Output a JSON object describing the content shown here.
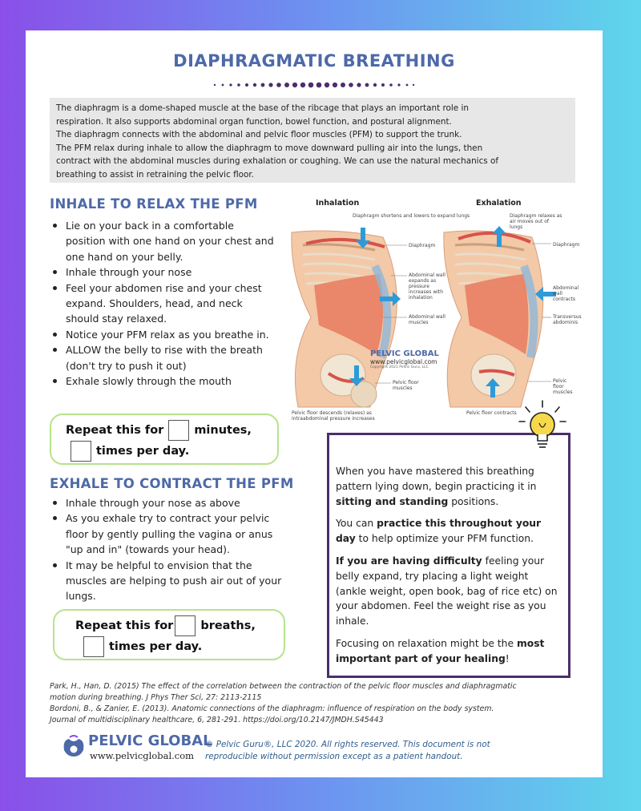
{
  "title": "DIAPHRAGMATIC BREATHING",
  "intro": [
    "The diaphragm is a dome-shaped muscle at the base of the ribcage that plays an important role in",
    "respiration. It also supports abdominal organ function, bowel function, and postural alignment.",
    "The diaphragm connects with the abdominal and pelvic floor muscles (PFM) to support the trunk.",
    "The PFM relax during inhale to allow the diaphragm to move downward pulling air into the lungs, then",
    "contract with the abdominal muscles during exhalation or coughing. We can use the natural mechanics of",
    "breathing to assist in retraining the pelvic floor."
  ],
  "inhale": {
    "heading": "INHALE TO RELAX THE PFM",
    "items": [
      "Lie on your back in a comfortable position with one hand on your chest and one hand on your belly.",
      "Inhale through your nose",
      "Feel your abdomen rise and your chest expand. Shoulders, head, and neck should stay relaxed.",
      "Notice your PFM relax as you breathe in.",
      "ALLOW the belly to rise with the breath (don't try to push it out)",
      "Exhale slowly through the mouth"
    ],
    "repeat_a": "Repeat this for",
    "repeat_b": "minutes,",
    "repeat_c": "times per day."
  },
  "exhale": {
    "heading": "EXHALE TO CONTRACT THE PFM",
    "items": [
      "Inhale through your nose as above",
      "As you exhale try to contract your pelvic floor by gently pulling the vagina or anus \"up and in\" (towards your head).",
      "It may be helpful to envision that the muscles are helping to push air out of your lungs."
    ],
    "repeat_a": "Repeat this for",
    "repeat_b": "breaths,",
    "repeat_c": "times per day."
  },
  "figure": {
    "inhalation_label": "Inhalation",
    "exhalation_label": "Exhalation",
    "notes": {
      "diaphragm_shortens": "Diaphragm shortens and lowers to expand lungs",
      "diaphragm_left": "Diaphragm",
      "abdominal_expands": "Abdominal wall expands as pressure increases with inhalation",
      "abdominal_muscles": "Abdominal wall muscles",
      "pelvic_floor_left": "Pelvic floor muscles",
      "pelvic_descends": "Pelvic floor descends (relaxes) as intraabdominal pressure increases",
      "diaphragm_relaxes": "Diaphragm relaxes as air moves out of lungs",
      "diaphragm_right": "Diaphragm",
      "abdominal_contracts": "Abdominal wall contracts",
      "transversus": "Transversus abdominis",
      "pelvic_floor_right": "Pelvic floor muscles",
      "pelvic_contracts": "Pelvic floor contracts",
      "watermark_name": "PELVIC GLOBAL",
      "watermark_url": "www.pelvicglobal.com",
      "watermark_copy": "Copyright 2021 Pelvic Guru, LLC"
    }
  },
  "tip": {
    "p1_a": "When you have mastered this breathing pattern lying down, begin practicing it in ",
    "p1_b": "sitting and standing",
    "p1_c": " positions.",
    "p2_a": "You can ",
    "p2_b": "practice this throughout your day",
    "p2_c": " to help optimize your PFM function.",
    "p3_a": "If you are having difficulty",
    "p3_b": " feeling your belly expand, try placing a light weight (ankle weight, open book, bag of rice etc) on your abdomen. Feel the weight rise as you inhale.",
    "p4_a": "Focusing on relaxation might be the ",
    "p4_b": "most important part of your healing",
    "p4_c": "!"
  },
  "references": [
    "Park, H., Han, D. (2015) The effect of the correlation between the contraction of the pelvic floor muscles and diaphragmatic",
    "motion during breathing. J Phys Ther Sci, 27: 2113-2115",
    "Bordoni, B., & Zanier, E. (2013). Anatomic connections of the diaphragm: influence of respiration on the body system.",
    "Journal of multidisciplinary healthcare, 6, 281-291. https://doi.org/10.2147/JMDH.S45443"
  ],
  "logo": {
    "name": "PELVIC GLOBAL",
    "url": "www.pelvicglobal.com"
  },
  "copyright": [
    "© Pelvic Guru®, LLC 2020. All rights reserved. This document is not",
    "reproducible without permission except as a patient handout."
  ],
  "colors": {
    "heading": "#4e69a8",
    "repeat_border": "#b6e38c",
    "tip_border": "#4a2f6b",
    "arrow": "#2e9ad8"
  }
}
